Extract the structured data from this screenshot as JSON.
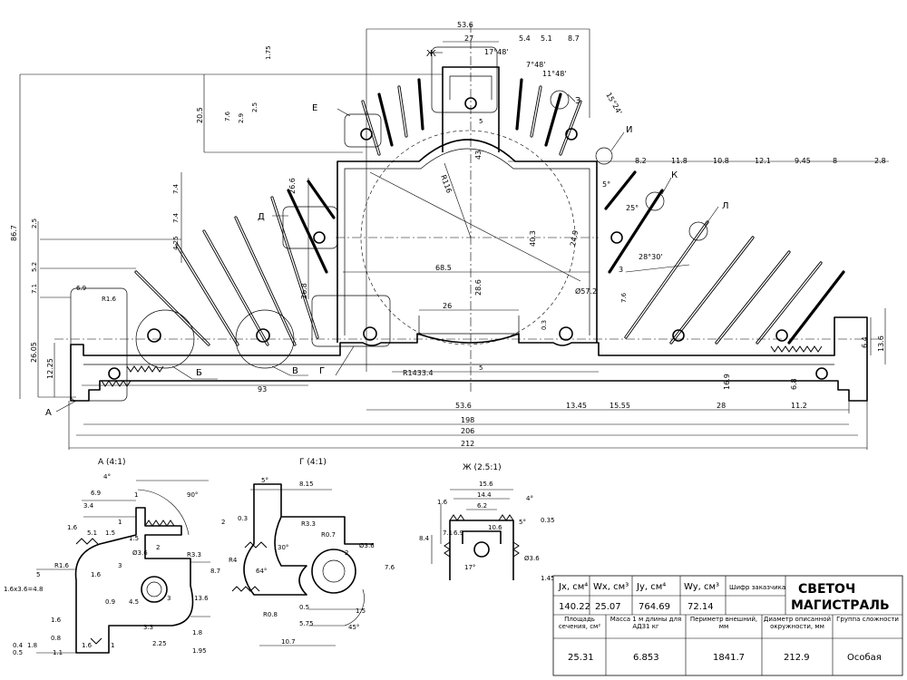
{
  "dims_top": {
    "d53_6": "53.6",
    "d27": "27",
    "ang17_48": "17°48'",
    "d5_4": "5.4",
    "d5_1": "5.1",
    "d8_7": "8.7",
    "ang7_48": "7°48'",
    "ang11_48": "11°48'",
    "ang15_24": "15°24'",
    "d1_75": "1.75",
    "d20_5": "20.5",
    "d7_6": "7.6",
    "d2_9": "2.9",
    "d2_5": "2.5",
    "d26_6": "26.6",
    "d7_4a": "7.4",
    "d7_4b": "7.4",
    "d4_25": "4.25",
    "d2_5b": "2.5",
    "d5_2": "5.2",
    "d7_1": "7.1",
    "d86_7": "86.7",
    "d26_05": "26.05",
    "d12_25": "12.25",
    "d6_9": "6.9",
    "r1_6": "R1.6",
    "d26_8": "26.8",
    "r116": "R116",
    "d43": "43",
    "d40_3": "40.3",
    "d24_9": "24.9",
    "d68_5": "68.5",
    "d28_6": "28.6",
    "d26": "26",
    "d0_3": "0.3",
    "d7_6b": "7.6",
    "d5": "5",
    "d5b": "5",
    "phi57_2": "Ø57.2",
    "d3": "3",
    "ang28_30": "28°30'",
    "ang25": "25°",
    "d5deg": "5°",
    "d8_2": "8.2",
    "d11_8": "11.8",
    "d10_8": "10.8",
    "d12_1": "12.1",
    "d9_45": "9.45",
    "d8": "8",
    "d2_8": "2.8",
    "d6_4": "6.4",
    "d13_6": "13.6",
    "d16_9": "16.9",
    "d6_8": "6.8",
    "d93": "93",
    "r1433": "R1433.4",
    "b53_6": "53.6",
    "b13_45": "13.45",
    "b15_55": "15.55",
    "b28": "28",
    "b11_2": "11.2",
    "b198": "198",
    "b206": "206",
    "b212": "212"
  },
  "labels": {
    "A": "А",
    "B": "Б",
    "V": "В",
    "G": "Г",
    "D": "Д",
    "E": "Е",
    "Zh": "Ж",
    "Z": "З",
    "I": "И",
    "K": "К",
    "L": "Л"
  },
  "details": {
    "a": {
      "title": "А (4:1)",
      "dims": [
        "4°",
        "90°",
        "6.9",
        "3.4",
        "1",
        "1.6",
        "5.1",
        "1.5",
        "1",
        "1.5",
        "R1.6",
        "5",
        "Ø3.6",
        "2",
        "R3.3",
        "1.6",
        "3",
        "8.7",
        "0.9",
        "4.5",
        "3",
        "13.6",
        "1",
        "1.6",
        "0.8",
        "0.4",
        "0.5",
        "1.8",
        "1.1",
        "1.6",
        "1",
        "3.3",
        "2.25",
        "1.8",
        "1.95",
        "1.6x3.6=4.8"
      ]
    },
    "g": {
      "title": "Г (4:1)",
      "dims": [
        "5°",
        "8.15",
        "2",
        "0.3",
        "R3.3",
        "R0.7",
        "Ø3.6",
        "2",
        "7.6",
        "R4",
        "64°",
        "30°",
        "R0.8",
        "0.5",
        "1.5",
        "5.75",
        "45°",
        "10.7"
      ]
    },
    "zh": {
      "title": "Ж (2.5:1)",
      "dims": [
        "15.6",
        "14.4",
        "6.2",
        "4°",
        "5°",
        "1.6",
        "6.9",
        "7.1",
        "8.4",
        "10.6",
        "0.35",
        "Ø3.6",
        "17°",
        "1.45"
      ]
    }
  },
  "title_block": {
    "header_row": [
      "Jx, см⁴",
      "Wx, см³",
      "Jy, см⁴",
      "Wy, см³",
      "Шифр заказчика"
    ],
    "values_row": [
      "140.22",
      "25.07",
      "764.69",
      "72.14",
      ""
    ],
    "company_line1": "СВЕТОЧ",
    "company_line2": "МАГИСТРАЛЬ",
    "labels_row": [
      "Площадь сечения, см²",
      "Масса 1 м длины для АД31 кг",
      "Периметр внешний, мм",
      "Диаметр описанной окружности, мм",
      "Группа сложности"
    ],
    "values_row2": [
      "25.31",
      "6.853",
      "1841.7",
      "212.9",
      "Особая"
    ]
  }
}
